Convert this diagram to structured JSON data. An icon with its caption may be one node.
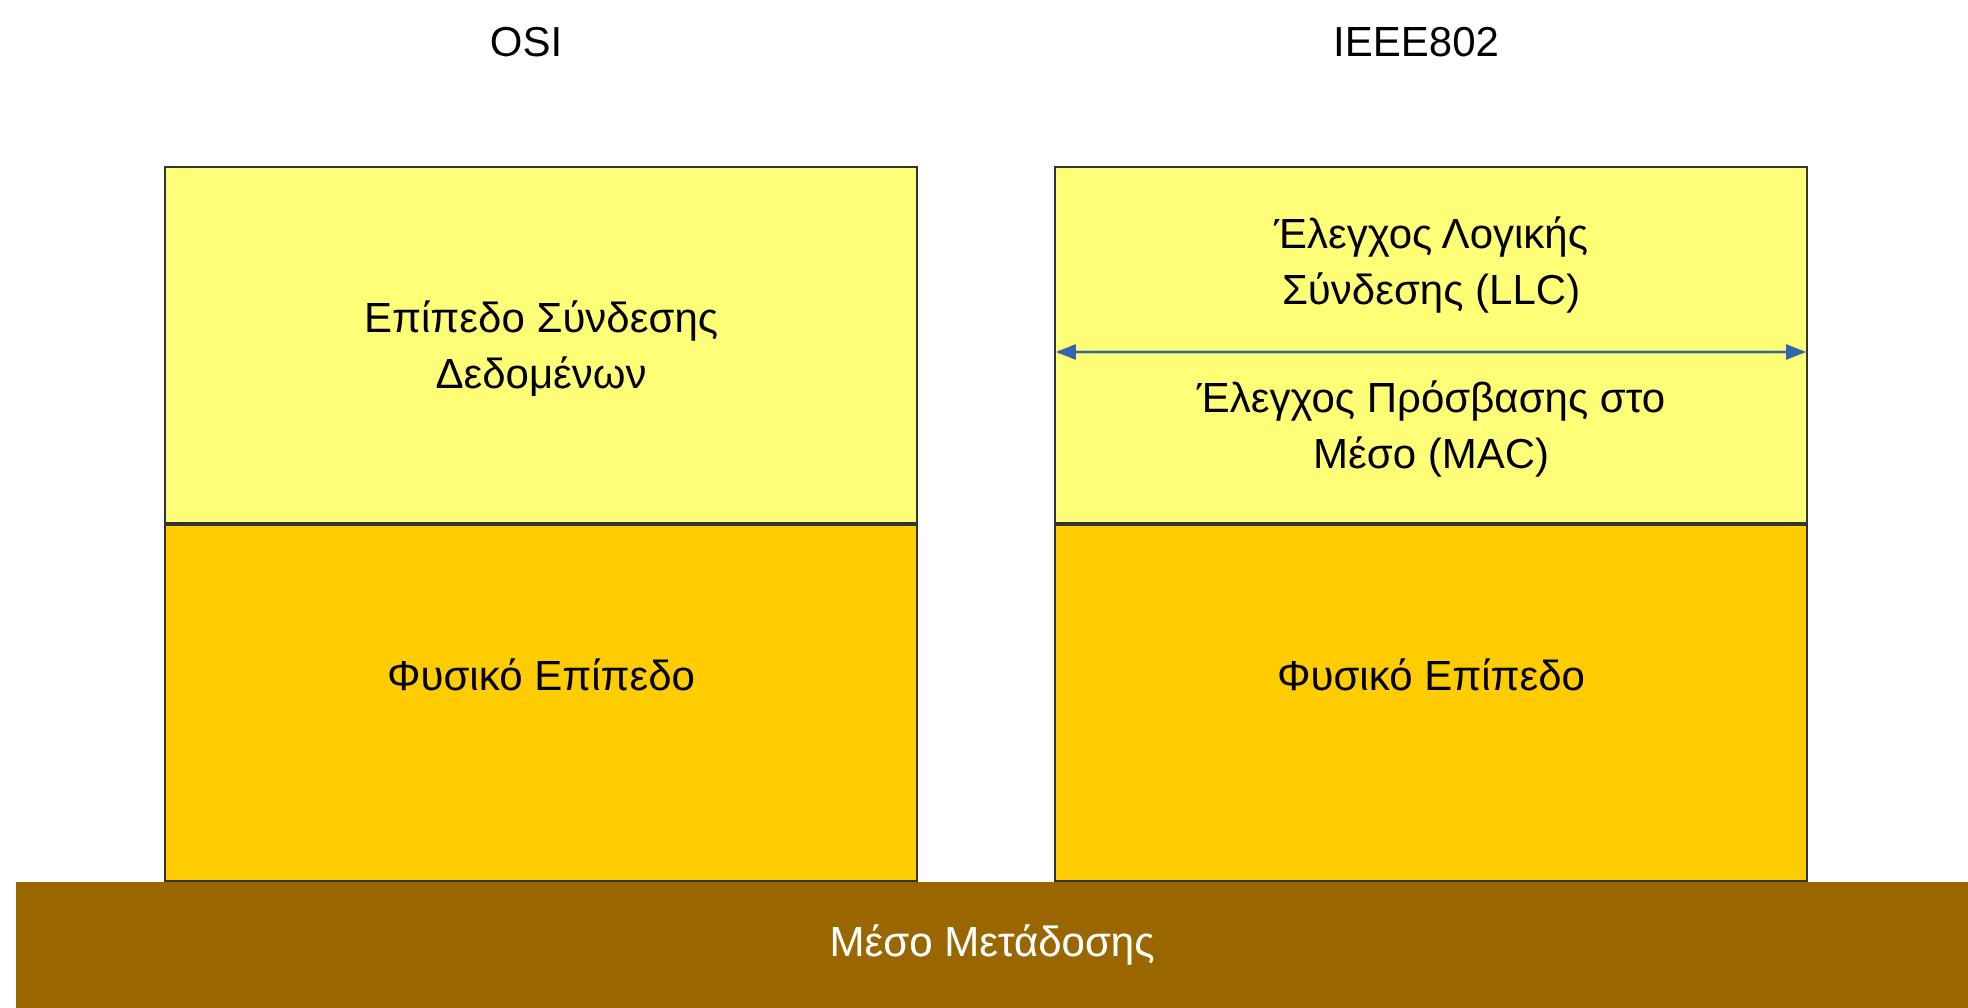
{
  "diagram": {
    "nodes": [
      {
        "text": [
          "Επίπεδο Σύνδεσης Δεδομένων"
        ]
      },
      {
        "text": [
          "Φυσικό Επίπεδο"
        ]
      },
      {
        "text": [
          "Έλεγχος Λογικής Σύνδεσης (LLC)",
          "Έλεγχος Πρόσβασης στο Μέσο (MAC)"
        ]
      },
      {
        "text": [
          "Φυσικό Επίπεδο"
        ]
      },
      {
        "text": [
          "Μέσο Μετάδοσης"
        ]
      }
    ],
    "labels": [
      "OSI",
      "IEEE802"
    ]
  }
}
